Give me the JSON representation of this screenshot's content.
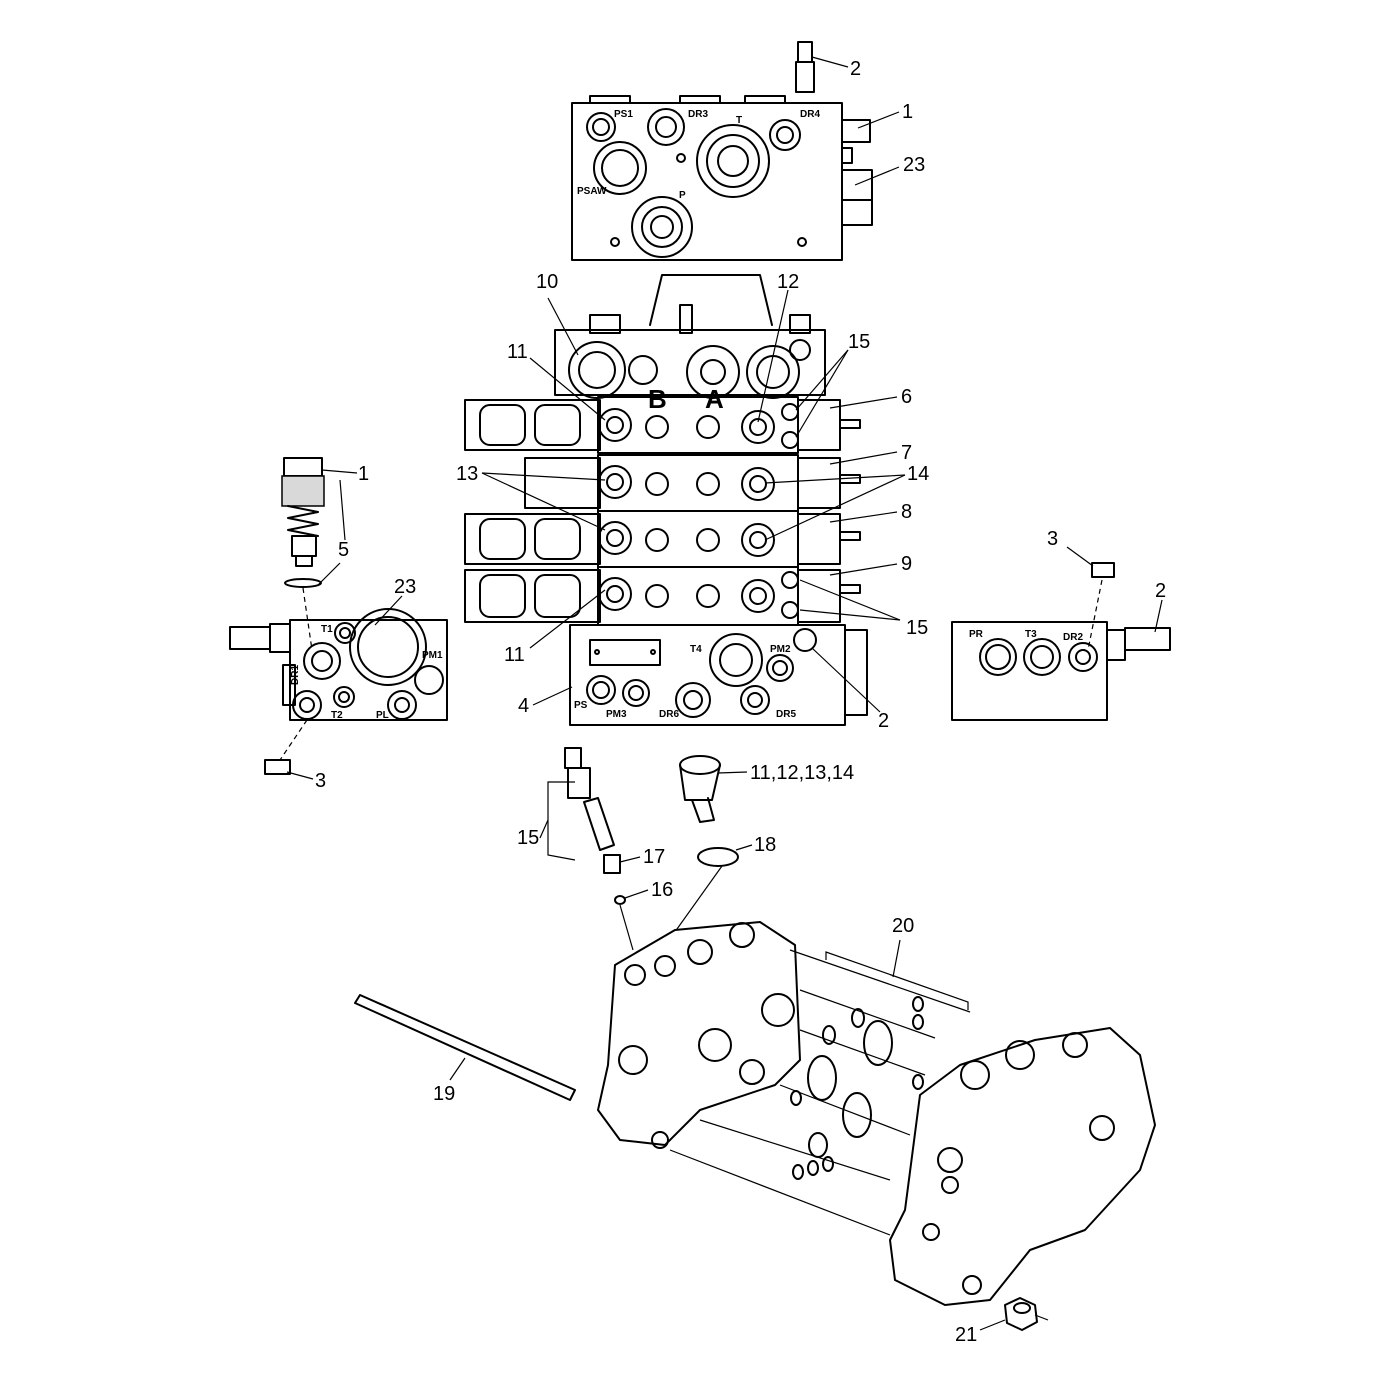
{
  "callouts": {
    "c1_top": "1",
    "c2_top": "2",
    "c23_top": "23",
    "c10": "10",
    "c11_top": "11",
    "c12": "12",
    "c15_top": "15",
    "c6": "6",
    "c7": "7",
    "c8": "8",
    "c9": "9",
    "c13": "13",
    "c14": "14",
    "c15_right": "15",
    "c11_bottom": "11",
    "c4": "4",
    "c2_mid": "2",
    "c1_left": "1",
    "c5": "5",
    "c23_left": "23",
    "c3_left": "3",
    "c3_right": "3",
    "c2_right": "2",
    "c15_lower": "15",
    "c17": "17",
    "c16": "16",
    "c11_14": "11,12,13,14",
    "c18": "18",
    "c20": "20",
    "c19": "19",
    "c21": "21"
  },
  "letters": {
    "B": "B",
    "A": "A"
  },
  "ports": {
    "top": {
      "ps1": "PS1",
      "dr3": "DR3",
      "t": "T",
      "dr4": "DR4",
      "psaw": "PSAW",
      "p": "P"
    },
    "left": {
      "t1": "T1",
      "pm1": "PM1",
      "dr1": "DR1",
      "t2": "T2",
      "pl": "PL"
    },
    "base": {
      "t4": "T4",
      "pm2": "PM2",
      "ps": "PS",
      "pm3": "PM3",
      "dr6": "DR6",
      "dr5": "DR5"
    },
    "right": {
      "pr": "PR",
      "t3": "T3",
      "dr2": "DR2"
    }
  }
}
